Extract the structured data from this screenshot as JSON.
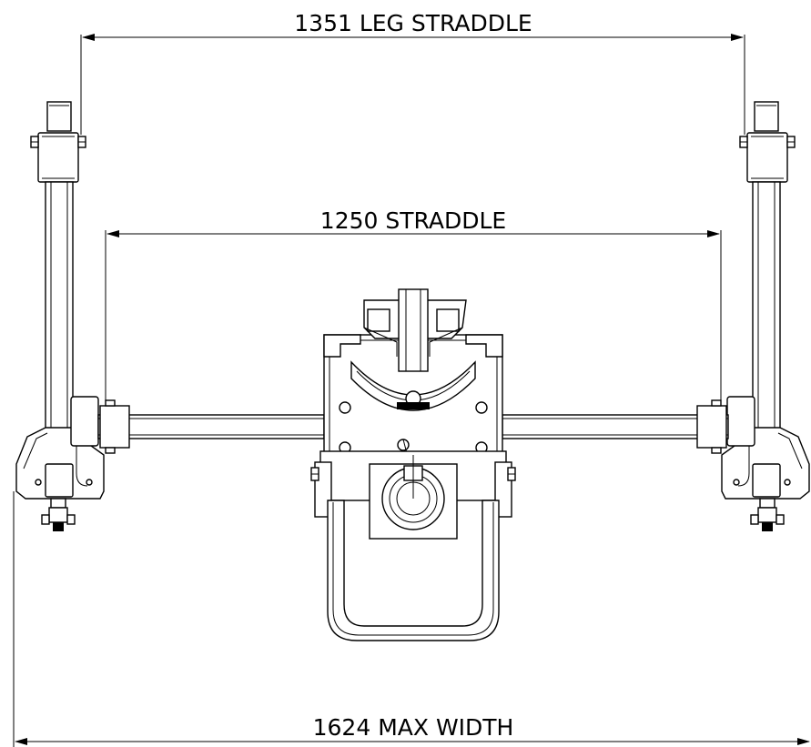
{
  "dimensions": {
    "leg_straddle": "1351 LEG STRADDLE",
    "straddle": "1250 STRADDLE",
    "max_width": "1624 MAX WIDTH"
  },
  "colors": {
    "line": "#000000",
    "background": "#ffffff"
  }
}
